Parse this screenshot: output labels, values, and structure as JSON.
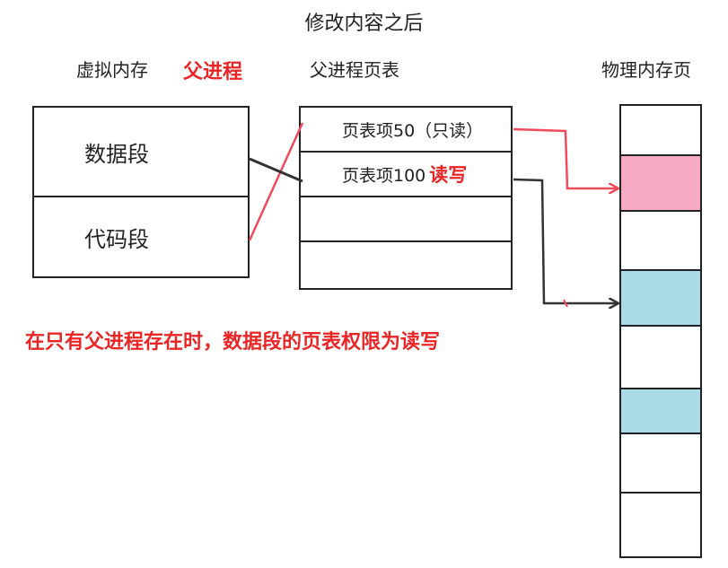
{
  "title": "修改内容之后",
  "virtual_memory": {
    "label": "虚拟内存",
    "process_label": "父进程",
    "segments": [
      "数据段",
      "代码段"
    ]
  },
  "page_table": {
    "label": "父进程页表",
    "entries": [
      {
        "text": "页表项50（只读）",
        "highlight": ""
      },
      {
        "text": "页表项100",
        "highlight": "读写"
      },
      {
        "text": "",
        "highlight": ""
      },
      {
        "text": "",
        "highlight": ""
      }
    ]
  },
  "physical_memory": {
    "label": "物理内存页",
    "pages": [
      {
        "fill": "#ffffff"
      },
      {
        "fill": "#f5a9c4"
      },
      {
        "fill": "#ffffff"
      },
      {
        "fill": "#a8dbe6"
      },
      {
        "fill": "#ffffff"
      },
      {
        "fill": "#a8dbe6"
      },
      {
        "fill": "#ffffff"
      },
      {
        "fill": "#ffffff"
      }
    ]
  },
  "note": "在只有父进程存在时，数据段的页表权限为读写",
  "colors": {
    "red_text": "#ea2525",
    "red_line": "#ef4b5c",
    "pink_page": "#f5a9c4",
    "blue_page": "#a8dbe6",
    "dark_line": "#333333"
  }
}
